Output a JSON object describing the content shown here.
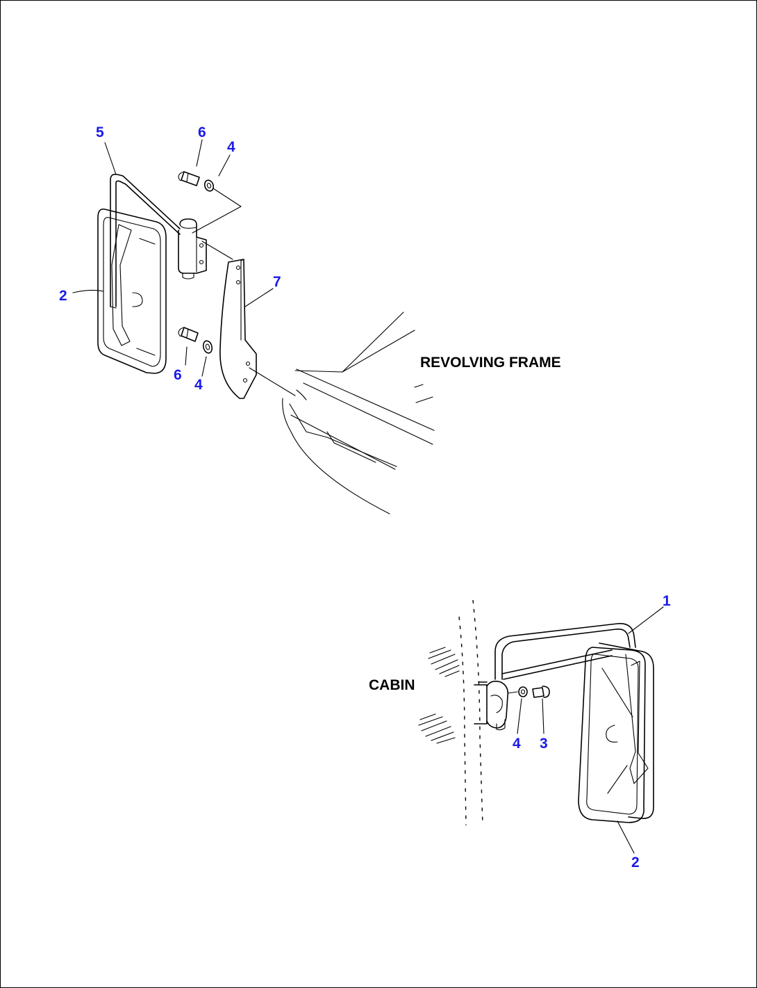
{
  "labels": {
    "revolving_frame": "REVOLVING FRAME",
    "cabin": "CABIN"
  },
  "callouts": {
    "top": {
      "p5": "5",
      "p6a": "6",
      "p4a": "4",
      "p2": "2",
      "p7": "7",
      "p6b": "6",
      "p4b": "4"
    },
    "bottom": {
      "p1": "1",
      "p4": "4",
      "p3": "3",
      "p2": "2"
    }
  },
  "colors": {
    "callout": "#1a1ae8",
    "line": "#000000"
  }
}
